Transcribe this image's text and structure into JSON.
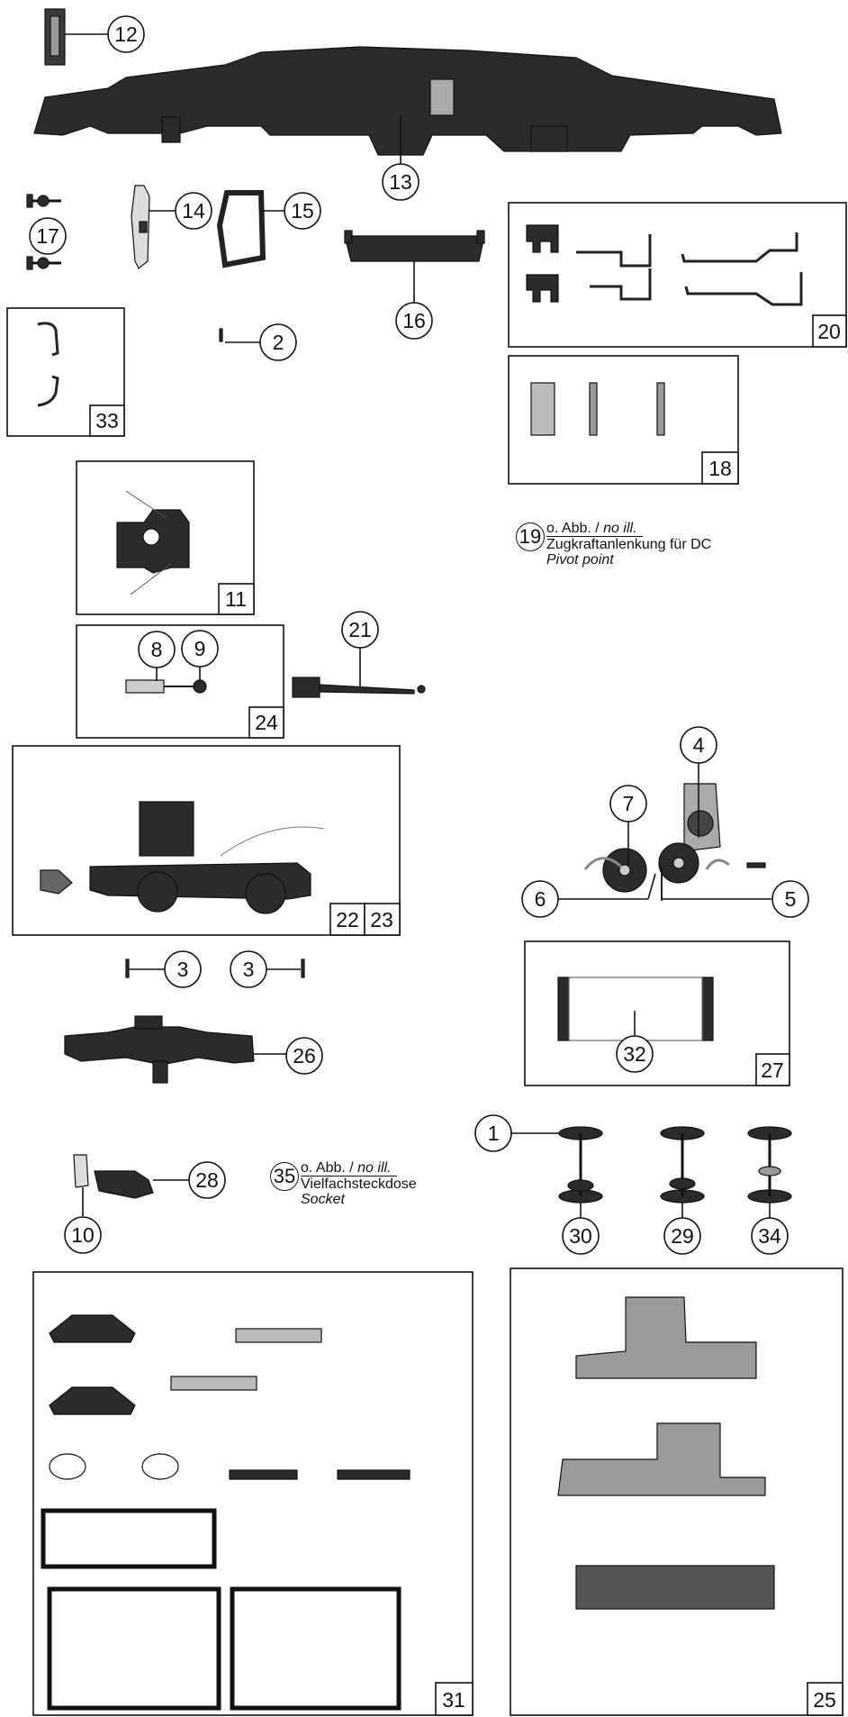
{
  "callouts": {
    "c1": "1",
    "c2": "2",
    "c3a": "3",
    "c3b": "3",
    "c4": "4",
    "c5": "5",
    "c6": "6",
    "c7": "7",
    "c8": "8",
    "c9": "9",
    "c10": "10",
    "c12": "12",
    "c13": "13",
    "c14": "14",
    "c15": "15",
    "c16": "16",
    "c17": "17",
    "c21": "21",
    "c26": "26",
    "c28": "28",
    "c29": "29",
    "c30": "30",
    "c32": "32",
    "c34": "34"
  },
  "boxes": {
    "b11": "11",
    "b18": "18",
    "b20": "20",
    "b22": "22",
    "b23": "23",
    "b24": "24",
    "b25": "25",
    "b27": "27",
    "b31": "31",
    "b33": "33"
  },
  "notes": {
    "n19": {
      "num": "19",
      "line1_prefix": "o. Abb. / ",
      "line1_italic": "no ill.",
      "line2": "Zugkraftanlenkung für DC",
      "line3": "Pivot point"
    },
    "n35": {
      "num": "35",
      "line1_prefix": "o. Abb. / ",
      "line1_italic": "no ill.",
      "line2": "Vielfachsteckdose",
      "line3": "Socket"
    }
  }
}
